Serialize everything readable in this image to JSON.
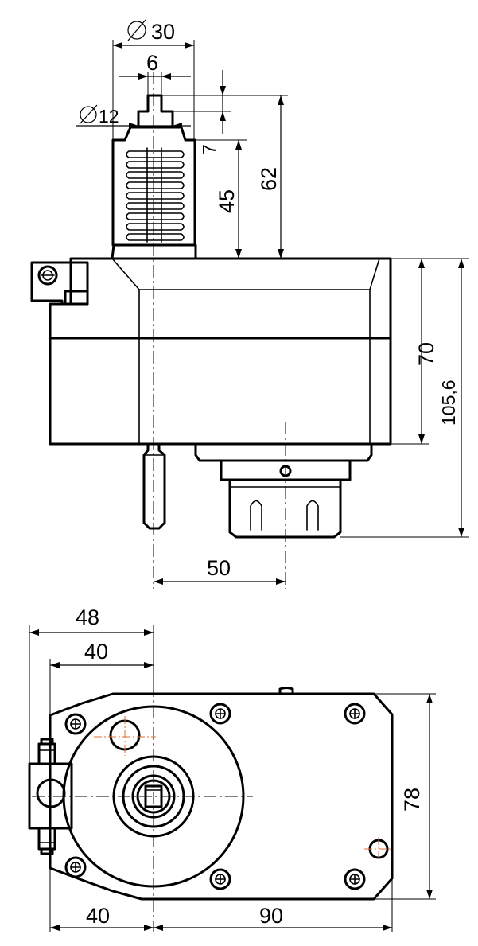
{
  "side_view": {
    "dim_shank_dia": "30",
    "dim_tip_width": "6",
    "dim_tip_dia": "12",
    "dim_tip_len": "7",
    "dim_shank_len": "45",
    "dim_total_shank": "62",
    "dim_body_height": "70",
    "dim_total_height": "105,6",
    "dim_spindle_offset": "50"
  },
  "plan_view": {
    "dim_clamp_width": "48",
    "dim_center_from_left": "40",
    "dim_base_left": "40",
    "dim_base_right": "90",
    "dim_depth": "78"
  }
}
